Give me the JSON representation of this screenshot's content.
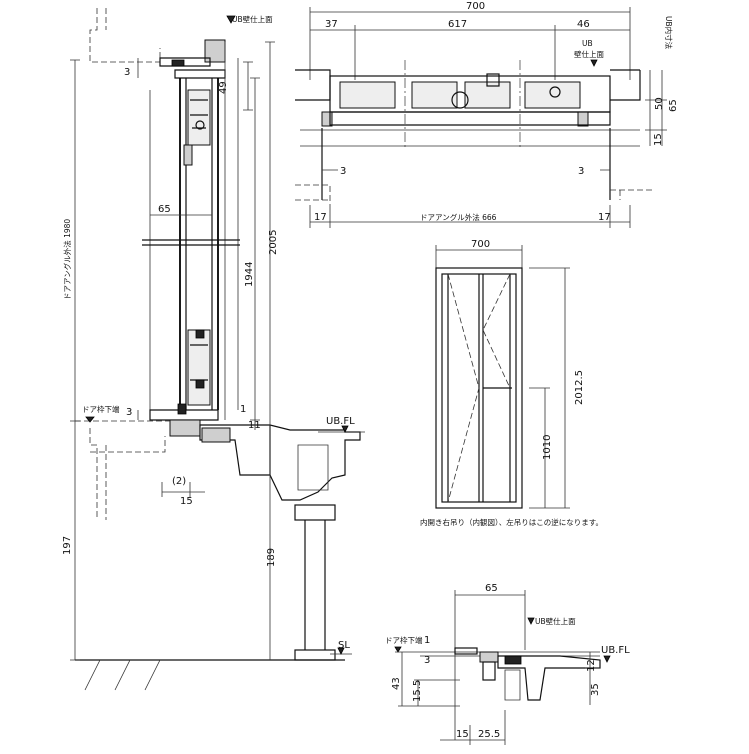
{
  "labels": {
    "ub_wall_top": "UB壁仕上面",
    "ub": "UB",
    "wall_top": "壁仕上面",
    "ub_inner": "UB内寸法",
    "door_angle_outer_v": "ドアアングル外法 1980",
    "door_frame_bottom": "ドア枠下端",
    "door_angle_outer_h": "ドアアングル外法 666",
    "ub_fl": "UB.FL",
    "sl": "SL",
    "caption": "内開き右吊り（内観図）、左吊りはこの逆になります。"
  },
  "dims": {
    "top_total": "700",
    "top_left": "37",
    "top_mid": "617",
    "top_right": "46",
    "plan_50": "50",
    "plan_65": "65",
    "plan_15": "15",
    "plan_3_left": "3",
    "plan_3_right": "3",
    "plan_17_left": "17",
    "plan_17_right": "17",
    "sec_49": "49",
    "sec_3_top": "3",
    "sec_65": "65",
    "sec_1944": "1944",
    "sec_2005": "2005",
    "sec_1": "1",
    "sec_11": "11",
    "sec_3_bot": "3",
    "sec_2": "(2)",
    "sec_15": "15",
    "sec_197": "197",
    "sec_189": "189",
    "elev_700": "700",
    "elev_2012": "2012.5",
    "elev_1010": "1010",
    "det_65": "65",
    "det_1": "1",
    "det_3": "3",
    "det_12": "12",
    "det_43": "43",
    "det_15_5": "15.5",
    "det_35": "35",
    "det_15": "15",
    "det_25_5": "25.5"
  }
}
